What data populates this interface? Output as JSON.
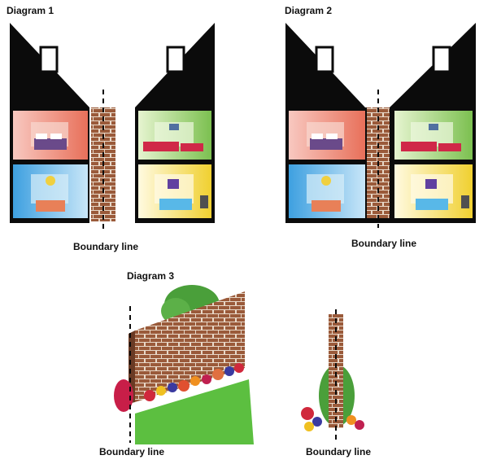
{
  "diagram1": {
    "title": "Diagram 1",
    "boundary_label": "Boundary line"
  },
  "diagram2": {
    "title": "Diagram 2",
    "boundary_label": "Boundary line"
  },
  "diagram3": {
    "title": "Diagram 3",
    "left_boundary_label": "Boundary line",
    "right_boundary_label": "Boundary line"
  },
  "colors": {
    "roof": "#0b0b0b",
    "brick": "#9a5a3a",
    "brick_mortar": "#e8d8c8",
    "room_pink": "#f0a090",
    "room_blue": "#7ec0e8",
    "room_green": "#b5d98c",
    "room_yellow": "#f4e07a",
    "grass": "#5cbf40",
    "foliage": "#4a9f3a"
  }
}
